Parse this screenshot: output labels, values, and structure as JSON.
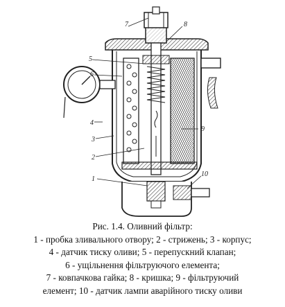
{
  "figure": {
    "callouts": [
      "1",
      "2",
      "3",
      "4",
      "5",
      "6",
      "7",
      "8",
      "9",
      "10"
    ]
  },
  "caption": {
    "lines": [
      "Рис. 1.4. Оливний фільтр:",
      "1 - пробка зливального отвору; 2 - стрижень; 3 - корпус;",
      "4 - датчик тиску оливи; 5 - перепускний клапан;",
      "6 - ущільнення фільтруючого  елемента;",
      "7 - ковпачкова гайка; 8 - кришка;  9 - фільтруючий",
      "елемент; 10 - датчик лампи аварійного тиску оливи"
    ]
  }
}
